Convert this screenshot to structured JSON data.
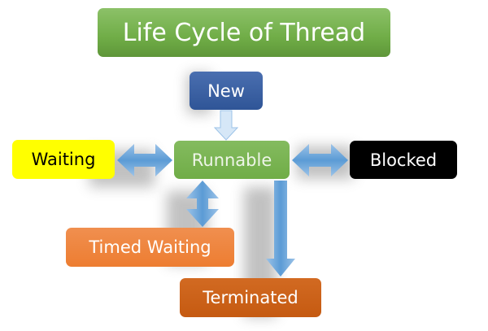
{
  "title": "Life Cycle of Thread",
  "states": {
    "new": "New",
    "runnable": "Runnable",
    "waiting": "Waiting",
    "blocked": "Blocked",
    "timed_waiting": "Timed Waiting",
    "terminated": "Terminated"
  },
  "colors": {
    "title": "#70ad47",
    "new": "#2f5597",
    "runnable": "#70ad47",
    "waiting": "#ffff00",
    "blocked": "#000000",
    "timed_waiting": "#ed7d31",
    "terminated": "#c55a11",
    "arrow": "#5b9bd5"
  },
  "transitions": [
    {
      "from": "New",
      "to": "Runnable",
      "direction": "one-way"
    },
    {
      "from": "Runnable",
      "to": "Waiting",
      "direction": "two-way"
    },
    {
      "from": "Runnable",
      "to": "Blocked",
      "direction": "two-way"
    },
    {
      "from": "Runnable",
      "to": "Timed Waiting",
      "direction": "two-way"
    },
    {
      "from": "Runnable",
      "to": "Terminated",
      "direction": "one-way"
    }
  ]
}
